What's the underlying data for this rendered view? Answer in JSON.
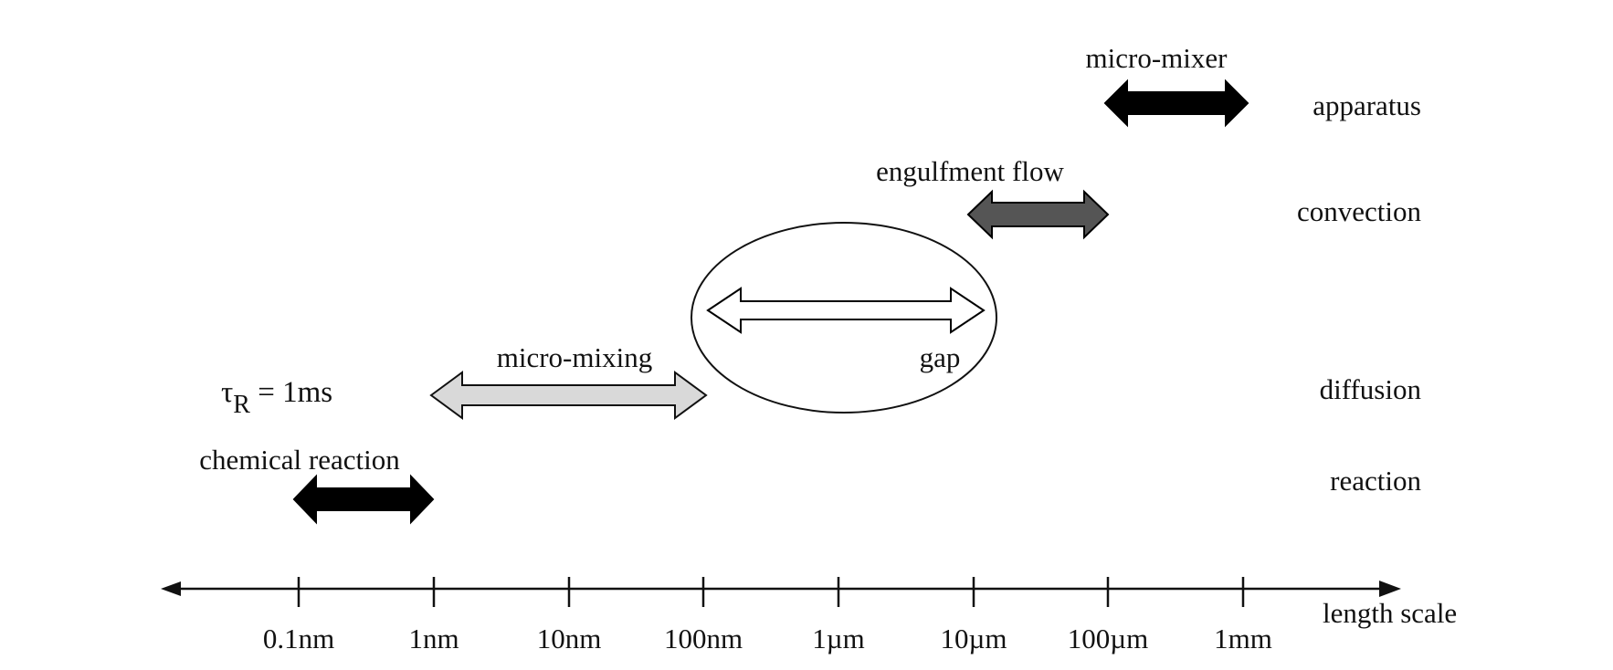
{
  "axis": {
    "label": "length scale",
    "ticks": [
      "0.1nm",
      "1nm",
      "10nm",
      "100nm",
      "1µm",
      "10µm",
      "100µm",
      "1mm"
    ]
  },
  "levels": [
    "apparatus",
    "convection",
    "diffusion",
    "reaction"
  ],
  "processes": [
    {
      "label": "micro-mixer",
      "from": "100µm",
      "to": "1mm",
      "level": "apparatus",
      "fill": "#000000"
    },
    {
      "label": "engulfment flow",
      "from": "10µm",
      "to": "100µm",
      "level": "convection",
      "fill": "#555555"
    },
    {
      "label": "gap",
      "from": "100nm",
      "to": "10µm",
      "level": "gap",
      "fill": "#ffffff"
    },
    {
      "label": "micro-mixing",
      "from": "1nm",
      "to": "100nm",
      "level": "diffusion",
      "fill": "#d9d9d9"
    },
    {
      "label": "chemical reaction",
      "from": "0.1nm",
      "to": "1nm",
      "level": "reaction",
      "fill": "#000000"
    }
  ],
  "tau": {
    "symbol": "τ",
    "subscript": "R",
    "rest": " = 1ms"
  }
}
